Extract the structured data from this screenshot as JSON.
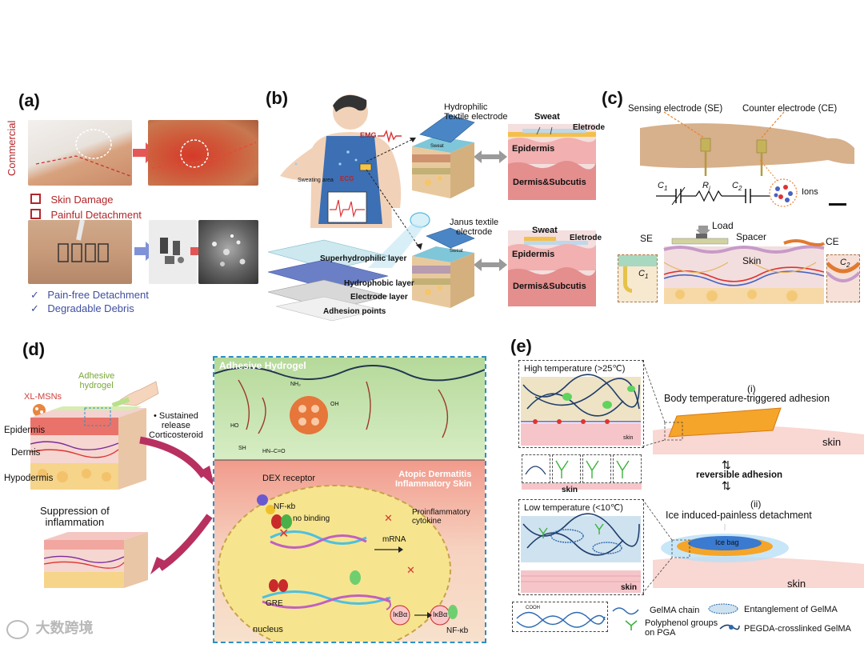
{
  "panel_a": {
    "label": "(a)",
    "commercial": "Commercial",
    "issues": [
      "Skin Damage",
      "Painful Detachment"
    ],
    "benefits": [
      "Pain-free Detachment",
      "Degradable Debris"
    ]
  },
  "panel_b": {
    "label": "(b)",
    "emg": "EMG",
    "sweating_area": "Sweating area",
    "ecg": "ECG",
    "hydrophilic": "Hydrophilic\nTextile electrode",
    "sweat_small_1": "Sweat",
    "sweat_1": "Sweat",
    "electrode_1": "Eletrode",
    "epidermis_1": "Epidermis",
    "dermis_1": "Dermis&Subcutis",
    "janus": "Janus textile\nelectrode",
    "sweat_small_2": "Sweat",
    "sweat_2": "Sweat",
    "electrode_2": "Eletrode",
    "epidermis_2": "Epidermis",
    "dermis_2": "Dermis&Subcutis",
    "layers": [
      "Superhydrophilic layer",
      "Hydrophobic layer",
      "Electrode layer",
      "Adhesion points"
    ]
  },
  "panel_c": {
    "label": "(c)",
    "se_full": "Sensing electrode (SE)",
    "ce_full": "Counter electrode (CE)",
    "c1": "C",
    "c1_sub": "1",
    "ri": "R",
    "ri_sub": "i",
    "c2": "C",
    "c2_sub": "2",
    "ions": "Ions",
    "load": "Load",
    "se": "SE",
    "spacer": "Spacer",
    "ce": "CE",
    "skin": "Skin"
  },
  "panel_d": {
    "label": "(d)",
    "xl_msns": "XL-MSNs",
    "adhesive_hydrogel": "Adhesive\nhydrogel",
    "sustained": "• Sustained\nrelease\nCorticosteroid",
    "layers": [
      "Epidermis",
      "Dermis",
      "Hypodermis"
    ],
    "suppression": "Suppression of\ninflammation",
    "box_title": "Adhesive Hydrogel",
    "atopic": "Atopic Dermatitis\nInflammatory Skin",
    "dex_receptor": "DEX receptor",
    "nfkb": "NF-κb",
    "no_binding": "no binding",
    "mrna": "mRNA",
    "proinflammatory": "Proinflammatory\ncytokine",
    "gre": "GRE",
    "nucleus": "nucleus",
    "ikba_1": "IκBα",
    "ikba_2": "IκBα",
    "nfkb_2": "NF-κb",
    "chem": [
      "NH₂",
      "OH",
      "HO",
      "SH",
      "HN–C=O"
    ]
  },
  "panel_e": {
    "label": "(e)",
    "high_temp": "High temperature (>25℃)",
    "low_temp": "Low temperature (<10℃)",
    "skin_small_1": "skin",
    "skin_bar_1": "skin",
    "skin_bar_2": "skin",
    "i_label": "(i)",
    "i_text": "Body temperature-triggered adhesion",
    "skin_right_1": "skin",
    "reversible": "reversible adhesion",
    "ii_label": "(ii)",
    "ii_text": "Ice induced-painless detachment",
    "ice_bag": "Ice bag",
    "skin_right_2": "skin",
    "legend": [
      "GelMA chain",
      "Entanglement of GelMA",
      "Polyphenol groups\non PGA",
      "PEGDA-crosslinked GelMA"
    ],
    "cooh": "COOH"
  },
  "watermark": "大数跨境",
  "colors": {
    "red_text": "#b3262a",
    "blue_text": "#3f4fa0",
    "dash_blue": "#2d8fc7",
    "skin_pink": "#f2b8b8",
    "hydrogel_green": "#c9e5b5"
  }
}
